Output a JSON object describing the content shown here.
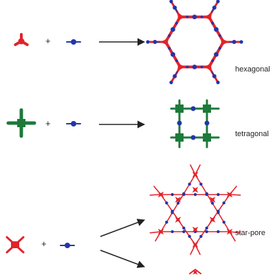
{
  "labels": {
    "hexagonal": "hexagonal",
    "tetragonal": "tetragonal",
    "star_pore": "star-pore"
  },
  "plus_sign": "+",
  "colors": {
    "red": "#e2232a",
    "green": "#1c7a3a",
    "blue": "#2436a8",
    "arrow": "#222222"
  }
}
